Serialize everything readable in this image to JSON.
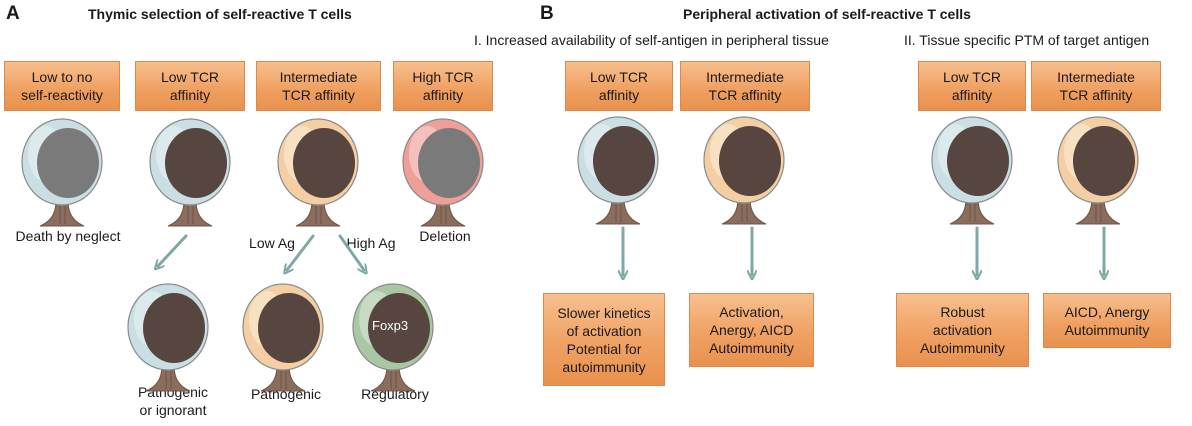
{
  "panel_a": {
    "letter": "A",
    "title": "Thymic selection of self-reactive T cells",
    "boxes": [
      "Low to no\nself-reactivity",
      "Low TCR\naffinity",
      "Intermediate\nTCR affinity",
      "High TCR\naffinity"
    ],
    "fates": [
      "Death by neglect",
      "Deletion"
    ],
    "arrow_labels": [
      "Low Ag",
      "High Ag"
    ],
    "foxp3": "Foxp3",
    "outcomes": [
      "Pathogenic\nor ignorant",
      "Pathogenic",
      "Regulatory"
    ]
  },
  "panel_b": {
    "letter": "B",
    "title": "Peripheral activation of self-reactive T cells",
    "section1": {
      "title": "I. Increased availability of self-antigen in peripheral tissue",
      "boxes": [
        "Low TCR\naffinity",
        "Intermediate\nTCR affinity"
      ],
      "outcomes": [
        "Slower kinetics\nof activation\nPotential for\nautoimmunity",
        "Activation,\nAnergy, AICD\nAutoimmunity"
      ]
    },
    "section2": {
      "title": "II. Tissue specific PTM of target antigen",
      "boxes": [
        "Low TCR\naffinity",
        "Intermediate\nTCR affinity"
      ],
      "outcomes": [
        "Robust\nactivation\nAutoimmunity",
        "AICD, Anergy\nAutoimmunity"
      ]
    }
  },
  "colors": {
    "box_fill": "#f0a163",
    "arrow": "#7fa9a6",
    "cell_blue": "#c9dfe4",
    "cell_peach": "#f5cfa4",
    "cell_pink": "#ee9f98",
    "cell_green": "#a9c7a2",
    "nucleus_dark": "#574540",
    "nucleus_grey": "#7a7a7a",
    "stalk": "#8a6d5c"
  }
}
